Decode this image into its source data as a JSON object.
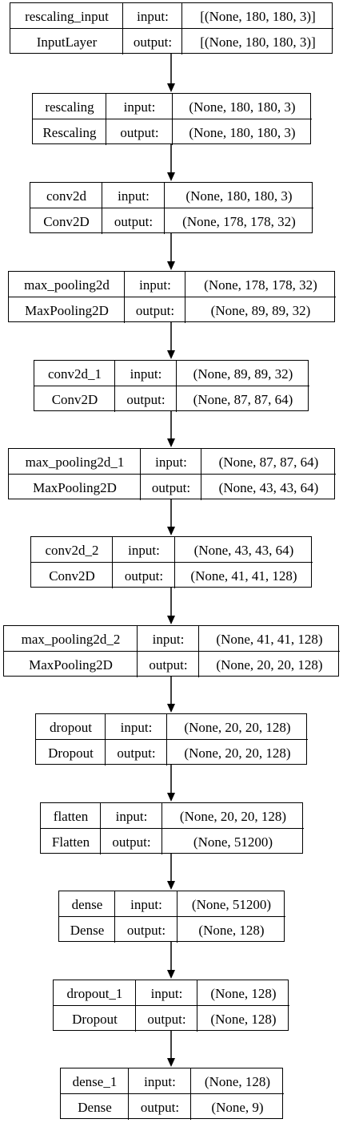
{
  "diagram": {
    "input_label": "input:",
    "output_label": "output:",
    "layers": [
      {
        "name": "rescaling_input",
        "type": "InputLayer",
        "input": "[(None, 180, 180, 3)]",
        "output": "[(None, 180, 180, 3)]"
      },
      {
        "name": "rescaling",
        "type": "Rescaling",
        "input": "(None, 180, 180, 3)",
        "output": "(None, 180, 180, 3)"
      },
      {
        "name": "conv2d",
        "type": "Conv2D",
        "input": "(None, 180, 180, 3)",
        "output": "(None, 178, 178, 32)"
      },
      {
        "name": "max_pooling2d",
        "type": "MaxPooling2D",
        "input": "(None, 178, 178, 32)",
        "output": "(None, 89, 89, 32)"
      },
      {
        "name": "conv2d_1",
        "type": "Conv2D",
        "input": "(None, 89, 89, 32)",
        "output": "(None, 87, 87, 64)"
      },
      {
        "name": "max_pooling2d_1",
        "type": "MaxPooling2D",
        "input": "(None, 87, 87, 64)",
        "output": "(None, 43, 43, 64)"
      },
      {
        "name": "conv2d_2",
        "type": "Conv2D",
        "input": "(None, 43, 43, 64)",
        "output": "(None, 41, 41, 128)"
      },
      {
        "name": "max_pooling2d_2",
        "type": "MaxPooling2D",
        "input": "(None, 41, 41, 128)",
        "output": "(None, 20, 20, 128)"
      },
      {
        "name": "dropout",
        "type": "Dropout",
        "input": "(None, 20, 20, 128)",
        "output": "(None, 20, 20, 128)"
      },
      {
        "name": "flatten",
        "type": "Flatten",
        "input": "(None, 20, 20, 128)",
        "output": "(None, 51200)"
      },
      {
        "name": "dense",
        "type": "Dense",
        "input": "(None, 51200)",
        "output": "(None, 128)"
      },
      {
        "name": "dropout_1",
        "type": "Dropout",
        "input": "(None, 128)",
        "output": "(None, 128)"
      },
      {
        "name": "dense_1",
        "type": "Dense",
        "input": "(None, 128)",
        "output": "(None, 9)"
      }
    ]
  }
}
